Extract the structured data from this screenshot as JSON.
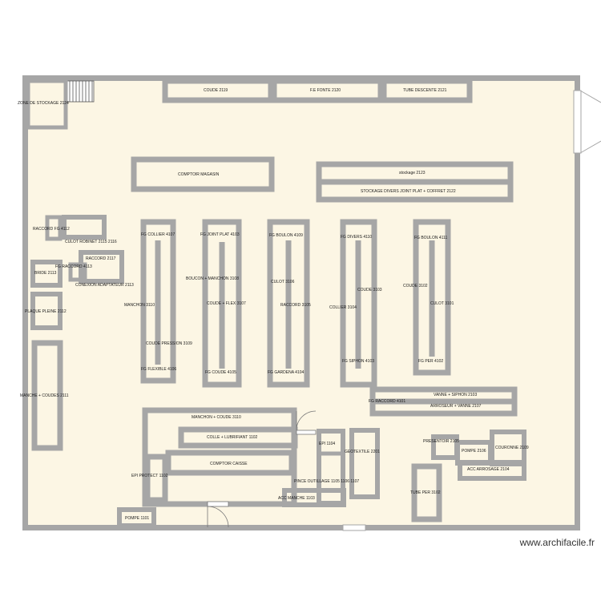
{
  "watermark": "www.archifacile.fr",
  "colors": {
    "wall": "#a6a6a6",
    "floor": "#fcf6e4",
    "page": "#ffffff"
  },
  "labels": {
    "zone_stockage": "ZONE DE STOCKAGE 2124",
    "coude_2119": "COUDE 2119",
    "fe_fonte": "F.E FONTE 2120",
    "tube_descente": "TUBE DESCENTE 2121",
    "comptoir_magasin": "COMPTOIR MAGASIN",
    "stockage_2123": "stockage 2123",
    "stockage_divers": "STOCKAGE DIVERS JOINT PLAT + COFFRET 2122",
    "raccord_fg_4112": "RACCORD FG 4112",
    "culot_robinet": "CULOT ROBINET 2115 2116",
    "raccord_2117": "RACCORD 2117",
    "fg_raccord_4113": "FG RACCORD 4113",
    "bride_2113": "BRIDE 2113",
    "conexion_adaptateur": "CONEXION ADAPTATEUR 2113",
    "plaque_pleine": "PLAQUE PLEINE 2112",
    "manche_coudes": "MANCHE + COUDES 2111",
    "fg_collier": "FG COLLIER 4107",
    "manchon_3110": "MANCHON 3110",
    "coude_pression": "COUDE PRESSION 3109",
    "fg_flexible": "FG FLEXIBLE 4106",
    "fg_joint_plat": "FG JOINT PLAT 4103",
    "bouchon_manchon": "BOUCON + MANCHON 3108",
    "coude_flex": "COUDE + FLEX 3107",
    "fg_coude_4105": "FG COUDE 4105",
    "fg_boulon_4109": "FG BOULON 4109",
    "culot_3106": "CULOT 3106",
    "raccord_3105": "RACCORD 3105",
    "fg_gardena": "FG GARDENA 4104",
    "fg_divers": "FG DIVERS 4110",
    "coude_3103": "COUDE 3103",
    "collier_3104": "COLLIER 3104",
    "fg_siphon": "FG SIPHON 4103",
    "fg_boulon_4111": "FG BOULON 4111",
    "coude_3102": "COUDE 3102",
    "culot_3101": "CULOT 3101",
    "fg_per": "FG PER 4102",
    "fg_raccord_4101": "FG RACCORD 4101",
    "vanne_siphon": "VANNE + SIPHON 2103",
    "arroseur_vanne": "ARROSEUR + VANNE 2107",
    "manchon_coude": "MANCHON + COUDE 3110",
    "colle_lubrifiant": "COLLE + LUBRIFIANT 1102",
    "comptoir_caisse": "COMPTOIR CAISSE",
    "epi_1104": "EPI 1104",
    "geotextile": "GEOTEXTILE 2201",
    "epi_protect": "EPI PROTECT 1102",
    "pince_outillage": "PINCE OUTILLAGE 1105 1106 1107",
    "acc_manche": "ACC MANCHE 1103",
    "presentoir": "PRESENTOIR 2105",
    "pompe_2106": "POMPE 2106",
    "couronne": "COURONNE 2109",
    "acc_arrosage": "ACC ARROSAGE 2104",
    "tube_per": "TUBE PER 3102",
    "pompe_1101": "POMPE 1101"
  }
}
